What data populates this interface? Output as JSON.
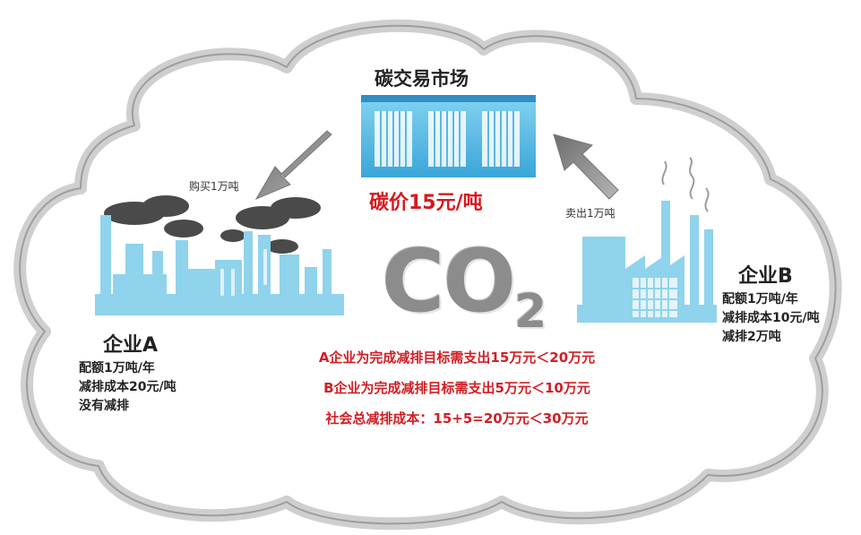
{
  "market": {
    "title": "碳交易市场",
    "price": "碳价15元/吨"
  },
  "arrows": {
    "buy_label": "购买1万吨",
    "sell_label": "卖出1万吨"
  },
  "co2": {
    "main": "CO",
    "subscript": "2"
  },
  "enterprise_a": {
    "name": "企业A",
    "details": [
      "配额1万吨/年",
      "减排成本20元/吨",
      "没有减排"
    ]
  },
  "enterprise_b": {
    "name": "企业B",
    "details": [
      "配额1万吨/年",
      "减排成本10元/吨",
      "减排2万吨"
    ]
  },
  "summary": [
    "A企业为完成减排目标需支出15万元＜20万元",
    "B企业为完成减排目标需支出5万元＜10万元",
    "社会总减排成本：15+5=20万元＜30万元"
  ],
  "colors": {
    "factory_blue": "#8fd3ec",
    "building_blue": "#5ab8e2",
    "accent_red": "#d7191f",
    "arrow_gray": "#8a8a8a",
    "cloud_outline": "#c9c9c9"
  }
}
